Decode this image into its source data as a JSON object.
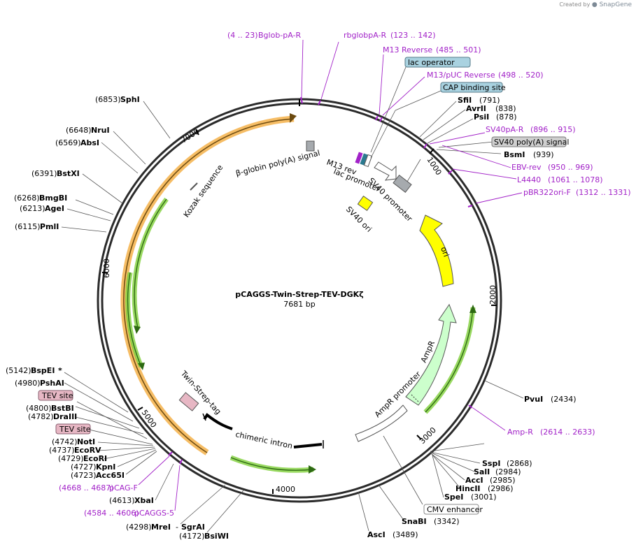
{
  "brand": {
    "created_by": "Created by",
    "name": "SnapGene"
  },
  "plasmid": {
    "name": "pCAGGS-Twin-Strep-TEV-DGKζ",
    "size": "7681 bp"
  },
  "ticks": [
    "1000",
    "2000",
    "3000",
    "4000",
    "5000",
    "6000",
    "7000"
  ],
  "sites": {
    "sphi": {
      "pos": "(6853)",
      "name": "SphI"
    },
    "nrui": {
      "pos": "(6648)",
      "name": "NruI"
    },
    "absi": {
      "pos": "(6569)",
      "name": "AbsI"
    },
    "bstxi": {
      "pos": "(6391)",
      "name": "BstXI"
    },
    "bmgbi": {
      "pos": "(6268)",
      "name": "BmgBI"
    },
    "agei": {
      "pos": "(6213)",
      "name": "AgeI"
    },
    "pmli": {
      "pos": "(6115)",
      "name": "PmlI"
    },
    "bspei": {
      "pos": "(5142)",
      "name": "BspEI",
      "mark": "*"
    },
    "pshai": {
      "pos": "(4980)",
      "name": "PshAI"
    },
    "bstbi": {
      "pos": "(4800)",
      "name": "BstBI"
    },
    "draiii": {
      "pos": "(4782)",
      "name": "DraIII"
    },
    "noti": {
      "pos": "(4742)",
      "name": "NotI"
    },
    "ecorv": {
      "pos": "(4737)",
      "name": "EcoRV"
    },
    "ecori": {
      "pos": "(4729)",
      "name": "EcoRI"
    },
    "kpni": {
      "pos": "(4727)",
      "name": "KpnI"
    },
    "acc65i": {
      "pos": "(4723)",
      "name": "Acc65I"
    },
    "xbai": {
      "pos": "(4613)",
      "name": "XbaI"
    },
    "mrei": {
      "pos": "(4298)",
      "name": "MreI",
      "sep": "-",
      "name2": "SgrAI"
    },
    "bsiwi": {
      "pos": "(4172)",
      "name": "BsiWI"
    },
    "asci": {
      "name": "AscI",
      "pos": "(3489)"
    },
    "snabi": {
      "name": "SnaBI",
      "pos": "(3342)"
    },
    "spei": {
      "name": "SpeI",
      "pos": "(3001)"
    },
    "hincii": {
      "name": "HincII",
      "pos": "(2986)"
    },
    "acci": {
      "name": "AccI",
      "pos": "(2985)"
    },
    "sali": {
      "name": "SalI",
      "pos": "(2984)"
    },
    "sspi": {
      "name": "SspI",
      "pos": "(2868)"
    },
    "pvui": {
      "name": "PvuI",
      "pos": "(2434)"
    },
    "sfii": {
      "name": "SfiI",
      "pos": "(791)"
    },
    "avrii": {
      "name": "AvrII",
      "pos": "(838)"
    },
    "psii": {
      "name": "PsiI",
      "pos": "(878)"
    },
    "bsmi": {
      "name": "BsmI",
      "pos": "(939)"
    }
  },
  "primers": {
    "bglob": {
      "pos": "(4 .. 23)",
      "name": "Bglob-pA-R"
    },
    "rbglob": {
      "name": "rbglobpA-R",
      "pos": "(123 .. 142)"
    },
    "m13rev": {
      "name": "M13 Reverse",
      "pos": "(485 .. 501)"
    },
    "m13puc": {
      "name": "M13/pUC Reverse",
      "pos": "(498 .. 520)"
    },
    "sv40pa": {
      "name": "SV40pA-R",
      "pos": "(896 .. 915)"
    },
    "ebvrev": {
      "name": "EBV-rev",
      "pos": "(950 .. 969)"
    },
    "l4440": {
      "name": "L4440",
      "pos": "(1061 .. 1078)"
    },
    "pbr322": {
      "name": "pBR322ori-F",
      "pos": "(1312 .. 1331)"
    },
    "ampr": {
      "name": "Amp-R",
      "pos": "(2614 .. 2633)"
    },
    "pcagf": {
      "pos": "(4668 .. 4687)",
      "name": "pCAG-F"
    },
    "pcaggs5": {
      "pos": "(4584 .. 4606)",
      "name": "pCAGGS-5"
    }
  },
  "boxes": {
    "lac_operator": "lac operator",
    "cap_site": "CAP binding site",
    "sv40_polya": "SV40 poly(A) signal",
    "tev1": "TEV site",
    "tev2": "TEV site",
    "cmv": "CMV enhancer"
  },
  "features": {
    "kozak": "Kozak sequence",
    "bglobin": "β-globin poly(A) signal",
    "m13rev": "M13 rev",
    "lacprom": "lac promoter",
    "sv40prom": "SV40 promoter",
    "sv40ori": "SV40 ori",
    "ori": "ori",
    "ampr": "AmpR",
    "amprprom": "AmpR promoter",
    "twinstrep": "Twin-Strep-tag",
    "intron": "chimeric intron"
  },
  "colors": {
    "ring": "#2b2b2b",
    "primer": "#a222c8",
    "orange_arc": "#f4b24a",
    "green_arc": "#7fcf3a",
    "ori": "#ffff00",
    "ampr": "#ccffcc",
    "grey_feature": "#a6aaae",
    "box_blue": "#a9d2e0",
    "box_grey": "#cfcfcf",
    "box_pink": "#e7b7c4"
  }
}
